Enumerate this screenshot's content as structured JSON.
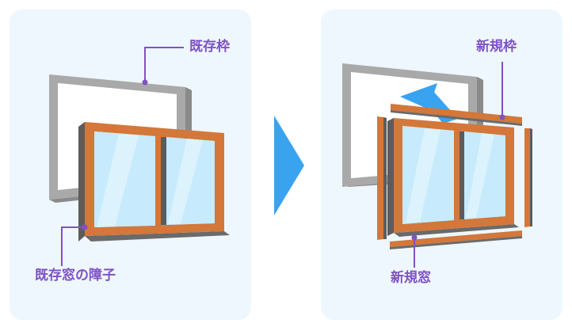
{
  "before": {
    "existing_frame_label": "既存枠",
    "existing_window_label": "既存窓の障子"
  },
  "after": {
    "new_frame_label": "新規枠",
    "new_window_label": "新規窓"
  },
  "colors": {
    "panel_bg": "#eef7fd",
    "label_purple": "#7f52c4",
    "frame_orange": "#d3773a",
    "old_frame_gray": "#a8a8a8",
    "glass_blue": "#bfe7fb",
    "arrow_blue": "#3aa3f0"
  },
  "icons": {
    "center_arrow": "play-triangle-icon",
    "lift_arrow": "up-arrow-icon"
  }
}
